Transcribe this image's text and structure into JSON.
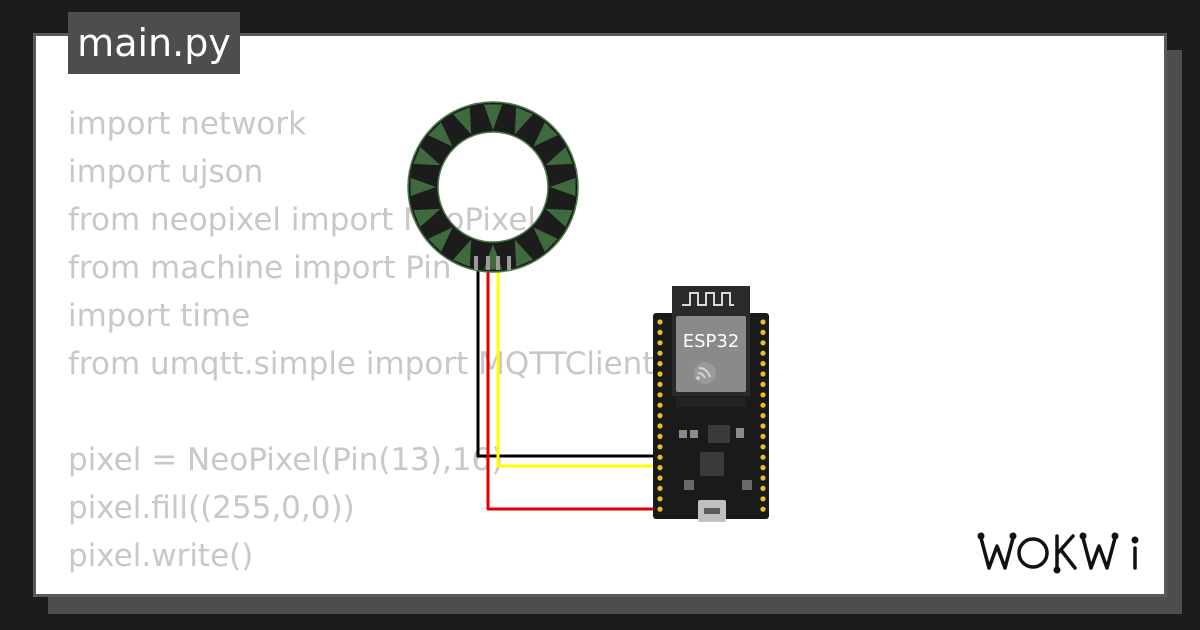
{
  "file_tab": {
    "label": "main.py"
  },
  "code_lines": [
    "import network",
    "import ujson",
    "from neopixel import NeoPixel",
    "from machine import Pin",
    "import time",
    "from umqtt.simple import MQTTClient",
    "",
    "pixel = NeoPixel(Pin(13),16)",
    "pixel.fill((255,0,0))",
    "pixel.write()"
  ],
  "board": {
    "label": "ESP32"
  },
  "brand": {
    "name": "WOKWI"
  },
  "colors": {
    "background": "#1b1b1b",
    "card": "#ffffff",
    "tab": "#4d4d4d",
    "code_text": "#c8c8c8",
    "ring_body": "#1c1c1c",
    "ring_led": "#3e6a3e",
    "wire_gnd": "#000000",
    "wire_data": "#ffff00",
    "wire_vcc": "#e00000"
  },
  "icons": [
    "neopixel-ring-icon",
    "esp32-devkit-icon",
    "wokwi-logo-icon"
  ]
}
